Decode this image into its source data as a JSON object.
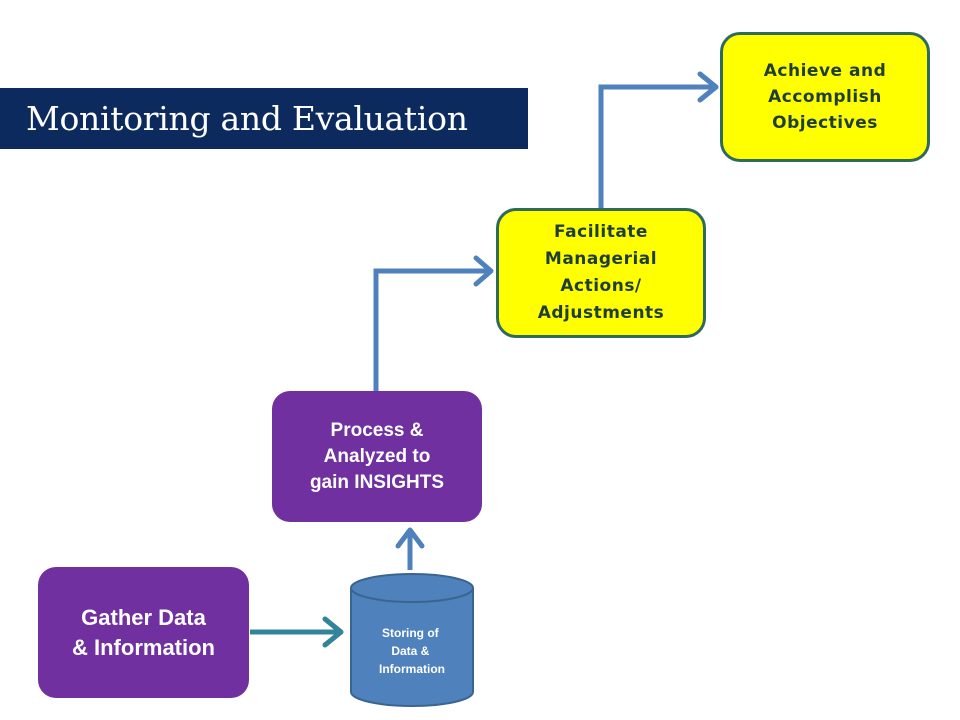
{
  "title": "Monitoring and Evaluation",
  "nodes": {
    "achieve": {
      "lines": [
        "Achieve and",
        "Accomplish",
        "Objectives"
      ]
    },
    "facilitate": {
      "lines": [
        "Facilitate",
        "Managerial",
        "Actions/",
        "Adjustments"
      ]
    },
    "process": {
      "lines": [
        "Process &",
        "Analyzed to",
        "gain INSIGHTS"
      ]
    },
    "gather": {
      "lines": [
        "Gather Data",
        "& Information"
      ]
    },
    "storing": {
      "lines": [
        "Storing of",
        "Data &",
        "Information"
      ]
    }
  },
  "colors": {
    "title_bg": "#0d2a5e",
    "yellow_fill": "#ffff00",
    "yellow_border": "#2e6a5e",
    "purple_fill": "#7030a0",
    "cylinder_fill": "#4f81bd",
    "connector_blue": "#4f81bd",
    "connector_teal": "#31849b"
  }
}
